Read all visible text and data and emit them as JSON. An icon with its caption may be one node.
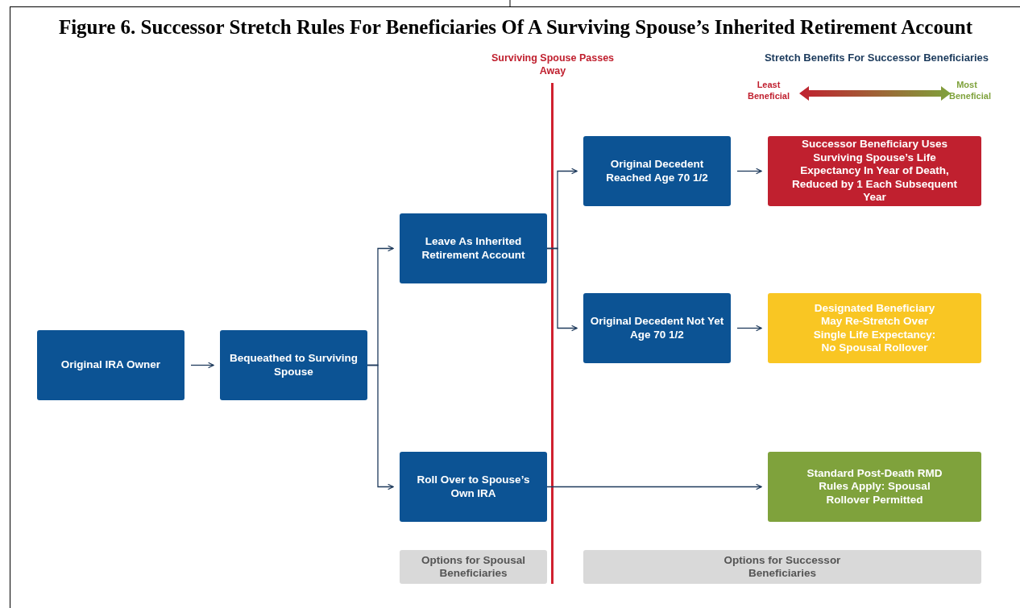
{
  "diagram": {
    "title": "Figure 6. Successor Stretch Rules For Beneficiaries Of A Surviving Spouse’s Inherited Retirement Account",
    "nodes": [
      {
        "text": [
          "Original IRA Owner"
        ]
      },
      {
        "text": [
          "Bequeathed to Surviving Spouse"
        ]
      },
      {
        "text": [
          "Leave As Inherited Retirement Account"
        ]
      },
      {
        "text": [
          "Roll Over to Spouse’s Own IRA"
        ]
      },
      {
        "text": [
          "Original Decedent Reached Age 70 1/2"
        ]
      },
      {
        "text": [
          "Original Decedent Not Yet Age 70 1/2"
        ]
      },
      {
        "text": [
          "Successor Beneficiary Uses Surviving Spouse’s Life Expectancy In Year of Death, Reduced by 1 Each Subsequent Year"
        ]
      },
      {
        "text": [
          "Designated Beneficiary May Re-Stretch Over Single Life Expectancy: No Spousal Rollover"
        ]
      },
      {
        "text": [
          "Standard Post-Death RMD Rules Apply: Spousal Rollover Permitted"
        ]
      },
      {
        "text": [
          "Options for Spousal Beneficiaries"
        ]
      },
      {
        "text": [
          "Options for Successor Beneficiaries"
        ]
      }
    ],
    "edges": [
      {
        "from": 0,
        "to": 1,
        "arrow": "to"
      },
      {
        "from": 1,
        "to": 2,
        "arrow": "to"
      },
      {
        "from": 1,
        "to": 3,
        "arrow": "to"
      },
      {
        "from": 2,
        "to": 4,
        "arrow": "to"
      },
      {
        "from": 2,
        "to": 5,
        "arrow": "to"
      },
      {
        "from": 4,
        "to": 6,
        "arrow": "to"
      },
      {
        "from": 5,
        "to": 7,
        "arrow": "to"
      },
      {
        "from": 3,
        "to": 8,
        "arrow": "to"
      }
    ],
    "labels": [
      "Surviving Spouse Passes Away",
      "Stretch Benefits For Successor Beneficiaries",
      "Least Beneficial",
      "Most Beneficial"
    ]
  }
}
